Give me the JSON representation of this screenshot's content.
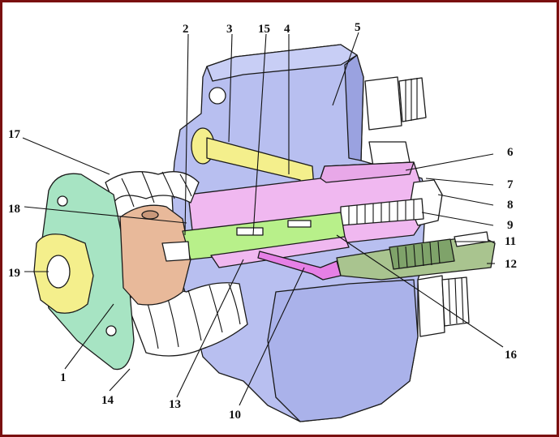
{
  "colors": {
    "frame": "#7a1010",
    "housing": "#b8bff0",
    "flange": "#a7e4c3",
    "yellow_part": "#f4ef8c",
    "pink_part": "#f0b8f0",
    "green_part": "#b8f08a",
    "tan_part": "#e8b99a",
    "olive_part": "#a9c48f",
    "magenta_part": "#e680e6",
    "spring": "#ffffff"
  },
  "labels": {
    "l1": "1",
    "l2": "2",
    "l3": "3",
    "l4": "4",
    "l5": "5",
    "l6": "6",
    "l7": "7",
    "l8": "8",
    "l9": "9",
    "l10": "10",
    "l11": "11",
    "l12": "12",
    "l13": "13",
    "l14": "14",
    "l15": "15",
    "l16": "16",
    "l17": "17",
    "l18": "18",
    "l19": "19"
  }
}
